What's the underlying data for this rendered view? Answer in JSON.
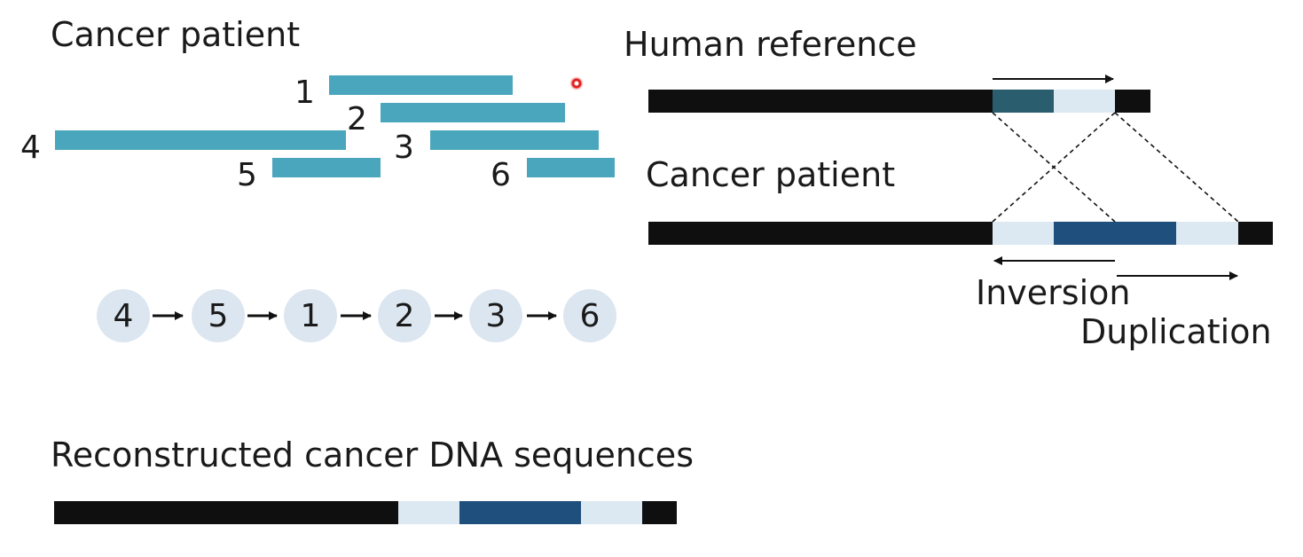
{
  "left_panel": {
    "title": "Cancer patient",
    "reads": [
      "1",
      "2",
      "3",
      "4",
      "5",
      "6"
    ],
    "assembly_path": [
      "4",
      "5",
      "1",
      "2",
      "3",
      "6"
    ]
  },
  "right_panel": {
    "reference_title": "Human reference",
    "patient_title": "Cancer patient",
    "inversion_label": "Inversion",
    "duplication_label": "Duplication"
  },
  "bottom_panel": {
    "title": "Reconstructed cancer DNA sequences"
  },
  "colors": {
    "read": "#4aa6bd",
    "sequence_black": "#0f0f0f",
    "segment_light": "#dce9f2",
    "segment_dark": "#1f4f7c",
    "node_fill": "#dce6f0"
  }
}
